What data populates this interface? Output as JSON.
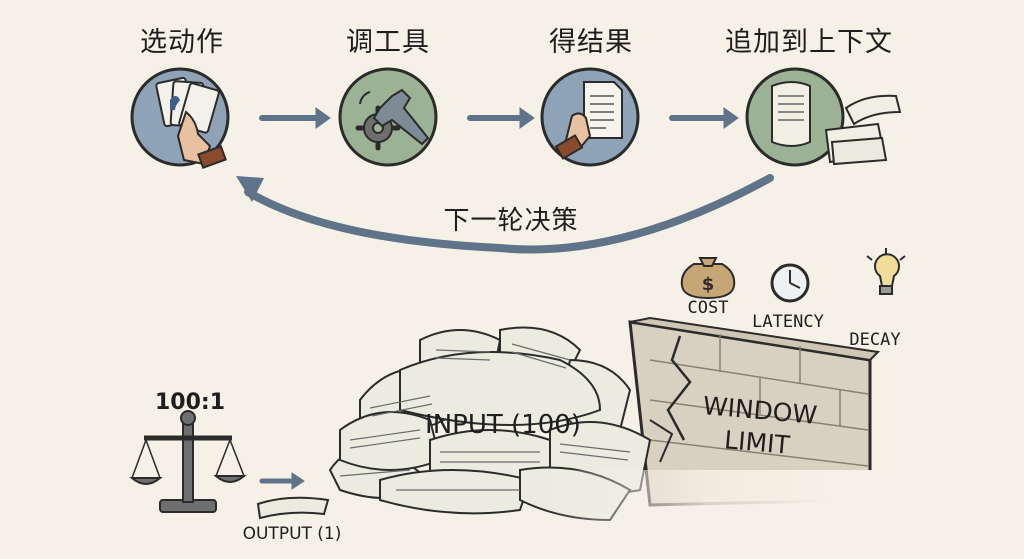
{
  "steps": [
    {
      "title": "选动作",
      "icon": "hand-cards-icon"
    },
    {
      "title": "调工具",
      "icon": "wrench-gear-icon"
    },
    {
      "title": "得结果",
      "icon": "hand-document-icon"
    },
    {
      "title": "追加到上下文",
      "icon": "scroll-stack-icon"
    }
  ],
  "loop_label": "下一轮决策",
  "constraints": [
    {
      "label": "COST",
      "icon": "money-bag-icon"
    },
    {
      "label": "LATENCY",
      "icon": "clock-icon"
    },
    {
      "label": "DECAY",
      "icon": "lightbulb-icon"
    }
  ],
  "ratio": "100:1",
  "input_label": "INPUT (100)",
  "output_label": "OUTPUT (1)",
  "wall_label_line1": "WINDOW",
  "wall_label_line2": "LIMIT",
  "colors": {
    "circle_blue": "#8fa3b8",
    "circle_green": "#9bb394",
    "arrow": "#5f7389",
    "paper": "#ecebe0",
    "wall": "#d8d0c0",
    "outline": "#2b2b2b"
  }
}
